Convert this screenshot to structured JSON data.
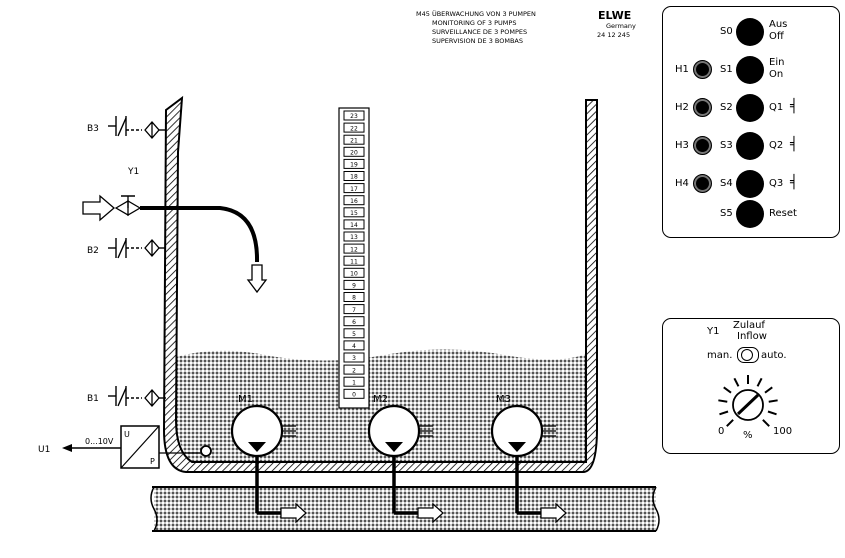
{
  "header": {
    "title_lines": [
      "M45 ÜBERWACHUNG VON 3 PUMPEN",
      "MONITORING OF 3 PUMPS",
      "SURVEILLANCE DE 3 POMPES",
      "SUPERVISION DE 3 BOMBAS"
    ],
    "brand": "ELWE",
    "country": "Germany",
    "part_no": "24 12 245"
  },
  "sensors": {
    "b3": "B3",
    "y1": "Y1",
    "b2": "B2",
    "b1": "B1"
  },
  "transmitter": {
    "out_label": "U1",
    "range": "0...10V",
    "u": "U",
    "p": "P"
  },
  "scale": [
    "23",
    "22",
    "21",
    "20",
    "19",
    "18",
    "17",
    "16",
    "15",
    "14",
    "13",
    "12",
    "11",
    "10",
    "9",
    "8",
    "7",
    "6",
    "5",
    "4",
    "3",
    "2",
    "1",
    "0"
  ],
  "motors": [
    "M1",
    "M2",
    "M3"
  ],
  "control_panel": {
    "s0": {
      "key": "S0",
      "label1": "Aus",
      "label2": "Off"
    },
    "s1": {
      "lamp": "H1",
      "key": "S1",
      "label1": "Ein",
      "label2": "On"
    },
    "s2": {
      "lamp": "H2",
      "key": "S2",
      "label": "Q1"
    },
    "s3": {
      "lamp": "H3",
      "key": "S3",
      "label": "Q2"
    },
    "s4": {
      "lamp": "H4",
      "key": "S4",
      "label": "Q3"
    },
    "s5": {
      "key": "S5",
      "label": "Reset"
    }
  },
  "inflow_panel": {
    "tag": "Y1",
    "title1": "Zulauf",
    "title2": "Inflow",
    "mode_man": "man.",
    "mode_auto": "auto.",
    "dial_min": "0",
    "dial_unit": "%",
    "dial_max": "100"
  },
  "colors": {
    "ink": "#000000",
    "paper": "#ffffff",
    "fill_gray": "#c8c8c8"
  }
}
